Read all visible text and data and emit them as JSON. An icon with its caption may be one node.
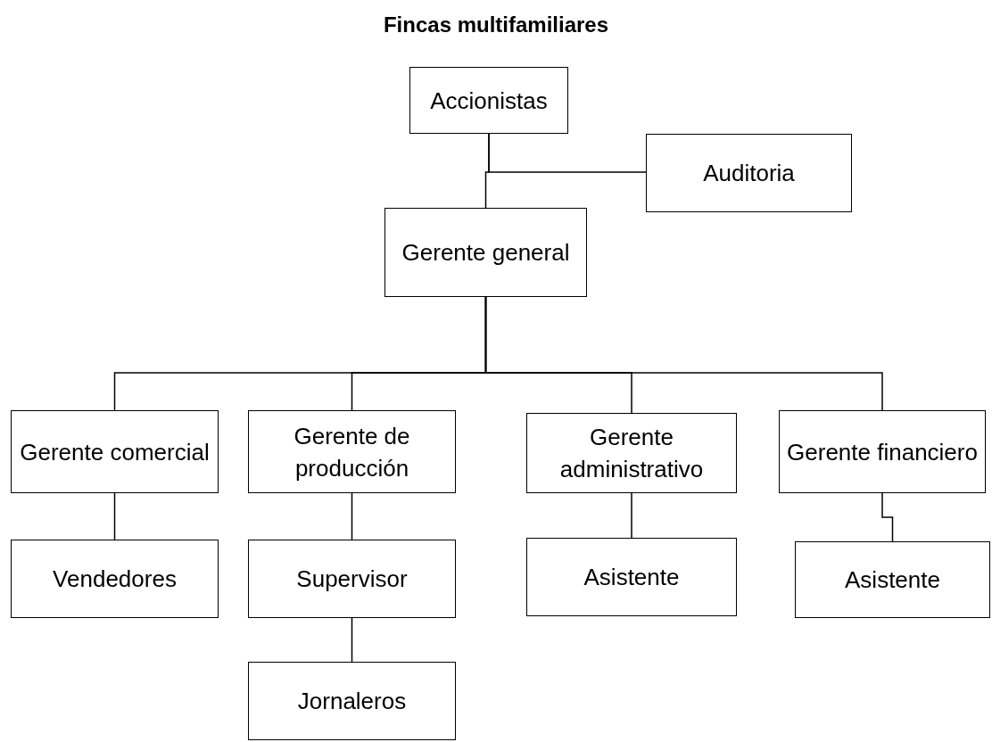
{
  "diagram": {
    "title": "Fincas multifamiliares",
    "nodes": [
      {
        "text": [
          "Accionistas"
        ]
      },
      {
        "text": [
          "Auditoria"
        ]
      },
      {
        "text": [
          "Gerente general"
        ]
      },
      {
        "text": [
          "Gerente comercial"
        ]
      },
      {
        "text": [
          "Gerente de producción"
        ]
      },
      {
        "text": [
          "Gerente administrativo"
        ]
      },
      {
        "text": [
          "Gerente financiero"
        ]
      },
      {
        "text": [
          "Vendedores"
        ]
      },
      {
        "text": [
          "Supervisor"
        ]
      },
      {
        "text": [
          "Asistente"
        ]
      },
      {
        "text": [
          "Asistente"
        ]
      },
      {
        "text": [
          "Jornaleros"
        ]
      }
    ],
    "edges": [
      {
        "from": 0,
        "to": 2,
        "arrow": "none"
      },
      {
        "from": 0,
        "to": 1,
        "arrow": "none"
      },
      {
        "from": 2,
        "to": 3,
        "arrow": "none"
      },
      {
        "from": 2,
        "to": 4,
        "arrow": "none"
      },
      {
        "from": 2,
        "to": 5,
        "arrow": "none"
      },
      {
        "from": 2,
        "to": 6,
        "arrow": "none"
      },
      {
        "from": 3,
        "to": 7,
        "arrow": "none"
      },
      {
        "from": 4,
        "to": 8,
        "arrow": "none"
      },
      {
        "from": 5,
        "to": 9,
        "arrow": "none"
      },
      {
        "from": 6,
        "to": 10,
        "arrow": "none"
      },
      {
        "from": 8,
        "to": 11,
        "arrow": "none"
      }
    ]
  }
}
